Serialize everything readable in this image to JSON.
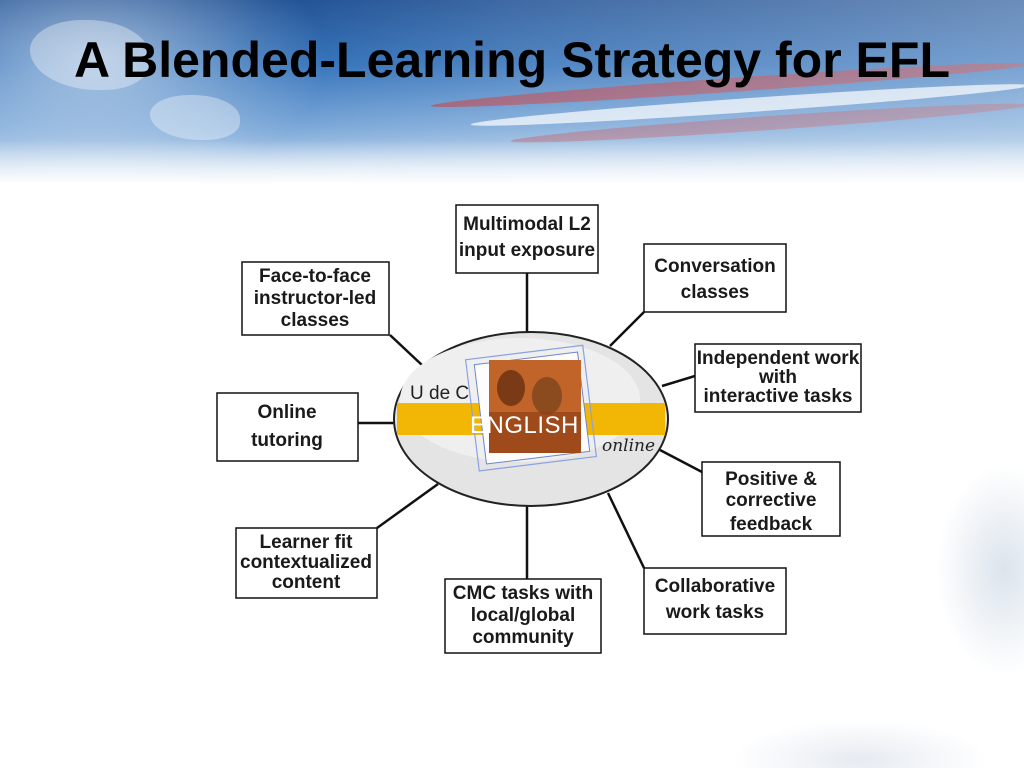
{
  "title": "A Blended-Learning Strategy for EFL",
  "logo": {
    "udec": "U de C",
    "english": "ENGLISH",
    "online": "online"
  },
  "nodes": [
    {
      "id": "multimodal",
      "lines": [
        "Multimodal L2",
        "input exposure"
      ]
    },
    {
      "id": "conversation",
      "lines": [
        "Conversation",
        "classes"
      ]
    },
    {
      "id": "independent",
      "lines": [
        "Independent work",
        "with",
        "interactive tasks"
      ]
    },
    {
      "id": "feedback",
      "lines": [
        "Positive &",
        "corrective",
        "feedback"
      ]
    },
    {
      "id": "collaborative",
      "lines": [
        "Collaborative",
        "work tasks"
      ]
    },
    {
      "id": "cmc",
      "lines": [
        "CMC tasks with",
        "local/global",
        "community"
      ]
    },
    {
      "id": "learner-fit",
      "lines": [
        "Learner fit",
        "contextualized",
        "content"
      ]
    },
    {
      "id": "online-tutoring",
      "lines": [
        "Online",
        "tutoring"
      ]
    },
    {
      "id": "face-to-face",
      "lines": [
        "Face-to-face",
        "instructor-led",
        "classes"
      ]
    }
  ],
  "colors": {
    "band": "#f2b705",
    "ellipse_fill": "#e4e4e4",
    "photo": "#c1642a"
  }
}
